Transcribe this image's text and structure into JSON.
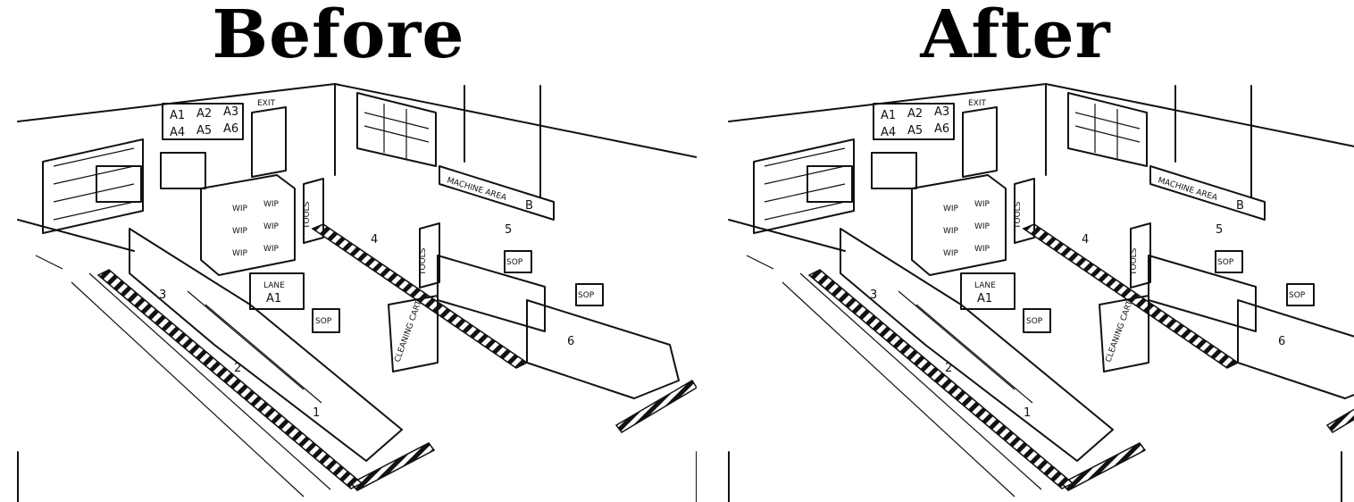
{
  "titles": {
    "before": "Before",
    "after": "After"
  },
  "scene_labels": {
    "bins": [
      "A1",
      "A2",
      "A3",
      "A4",
      "A5",
      "A6"
    ],
    "exit": "EXIT",
    "machine_area": "MACHINE AREA",
    "machine_area_letter": "B",
    "wip": "WIP",
    "tools": "TOOLS",
    "sop": "SOP",
    "lane": "LANE",
    "lane_id": "A1",
    "cleaning_cart": "CLEANING CART",
    "station_numbers": [
      "1",
      "2",
      "3",
      "4",
      "5",
      "6"
    ]
  }
}
